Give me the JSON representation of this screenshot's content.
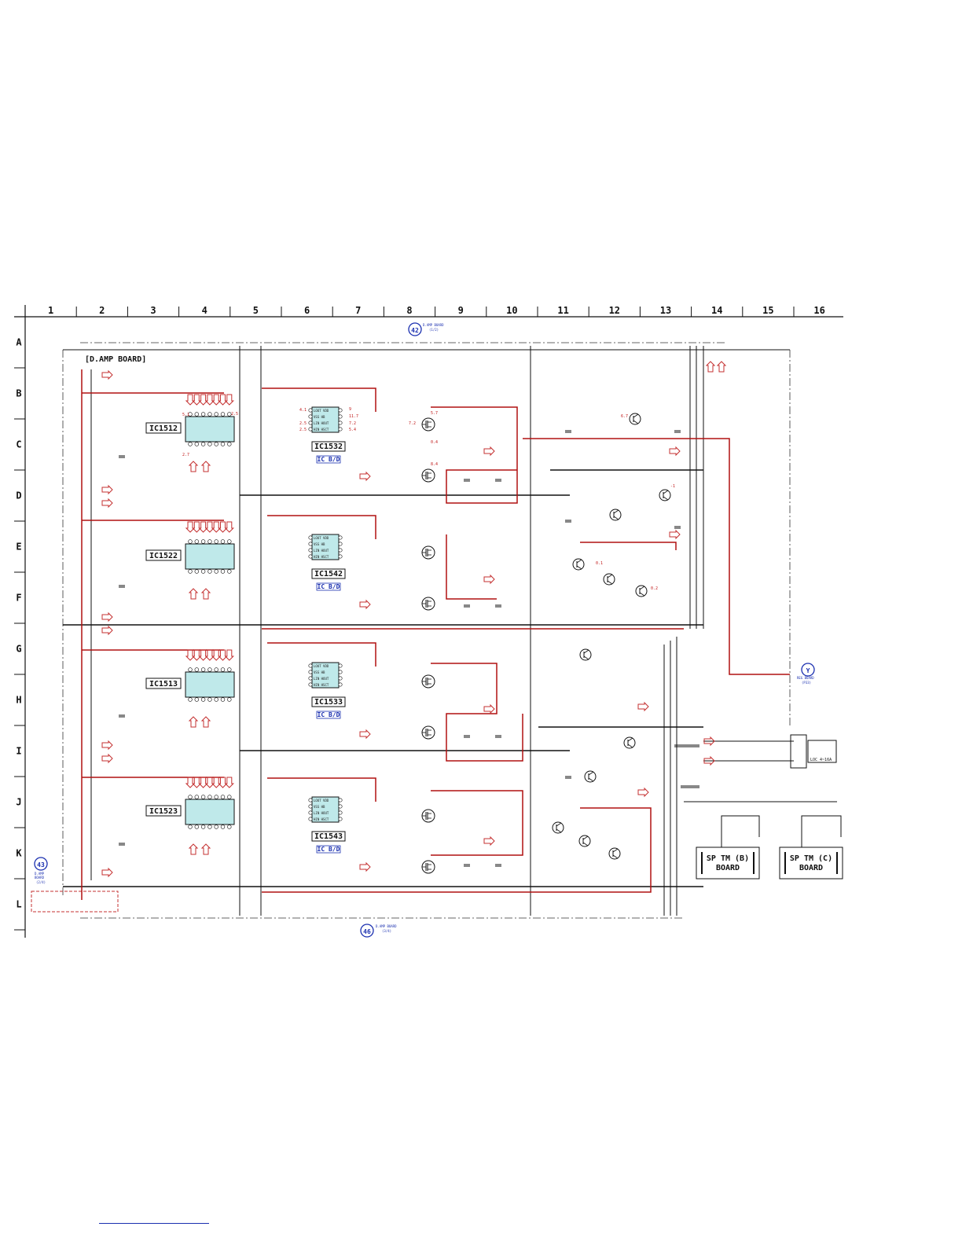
{
  "board_title": "[D.AMP BOARD]",
  "columns": [
    "1",
    "2",
    "3",
    "4",
    "5",
    "6",
    "7",
    "8",
    "9",
    "10",
    "11",
    "12",
    "13",
    "14",
    "15",
    "16"
  ],
  "rows": [
    "A",
    "B",
    "C",
    "D",
    "E",
    "F",
    "G",
    "H",
    "I",
    "J",
    "K",
    "L"
  ],
  "ic_blocks": [
    {
      "label": "IC1512",
      "row": "upper"
    },
    {
      "label": "IC1522",
      "row": "upper"
    },
    {
      "label": "IC1513",
      "row": "lower"
    },
    {
      "label": "IC1523",
      "row": "lower"
    }
  ],
  "driver_blocks": [
    {
      "label": "IC1532",
      "sub": "IC B/D"
    },
    {
      "label": "IC1542",
      "sub": "IC B/D"
    },
    {
      "label": "IC1533",
      "sub": "IC B/D"
    },
    {
      "label": "IC1543",
      "sub": "IC B/D"
    }
  ],
  "driver_pins": [
    "LOUT VDD",
    "VSS HB",
    "LIN HOUT",
    "HIN HSCT"
  ],
  "connectors": {
    "c42": {
      "num": "42",
      "text": "D.AMP BOARD",
      "sub": "(1/2)"
    },
    "c43": {
      "num": "43",
      "text": "D.AMP",
      "text2": "BOARD",
      "sub": "(2/4)"
    },
    "c46": {
      "num": "46",
      "text": "D.AMP BOARD",
      "sub": "(3/4)"
    },
    "cY": {
      "num": "Y",
      "text": "REG BOARD",
      "sub": "(P33)"
    }
  },
  "sp_boards": [
    {
      "line1": "SP TM (B)",
      "line2": "BOARD"
    },
    {
      "line1": "SP TM (C)",
      "line2": "BOARD"
    }
  ],
  "right_box": "LOC 4~16A",
  "voltages": {
    "v1": "5.1",
    "v2": "2.5",
    "v3": "2.7",
    "v4": "4.1",
    "v5": "2.5",
    "v6": "2.5",
    "v7": "9",
    "v8": "11.7",
    "v9": "7.2",
    "v10": "5.4",
    "v11": "7.2",
    "v12": "5.7",
    "v13": "0.4",
    "v14": "8.4",
    "v15": "6.7",
    "v16": "-1",
    "v17": "0.1",
    "v18": "0.2"
  },
  "colors": {
    "wire": "#111111",
    "highlight": "#b01010",
    "ic_fill": "#bfe9ea",
    "connector": "#1a2fb0",
    "arrow": "#c43030"
  }
}
